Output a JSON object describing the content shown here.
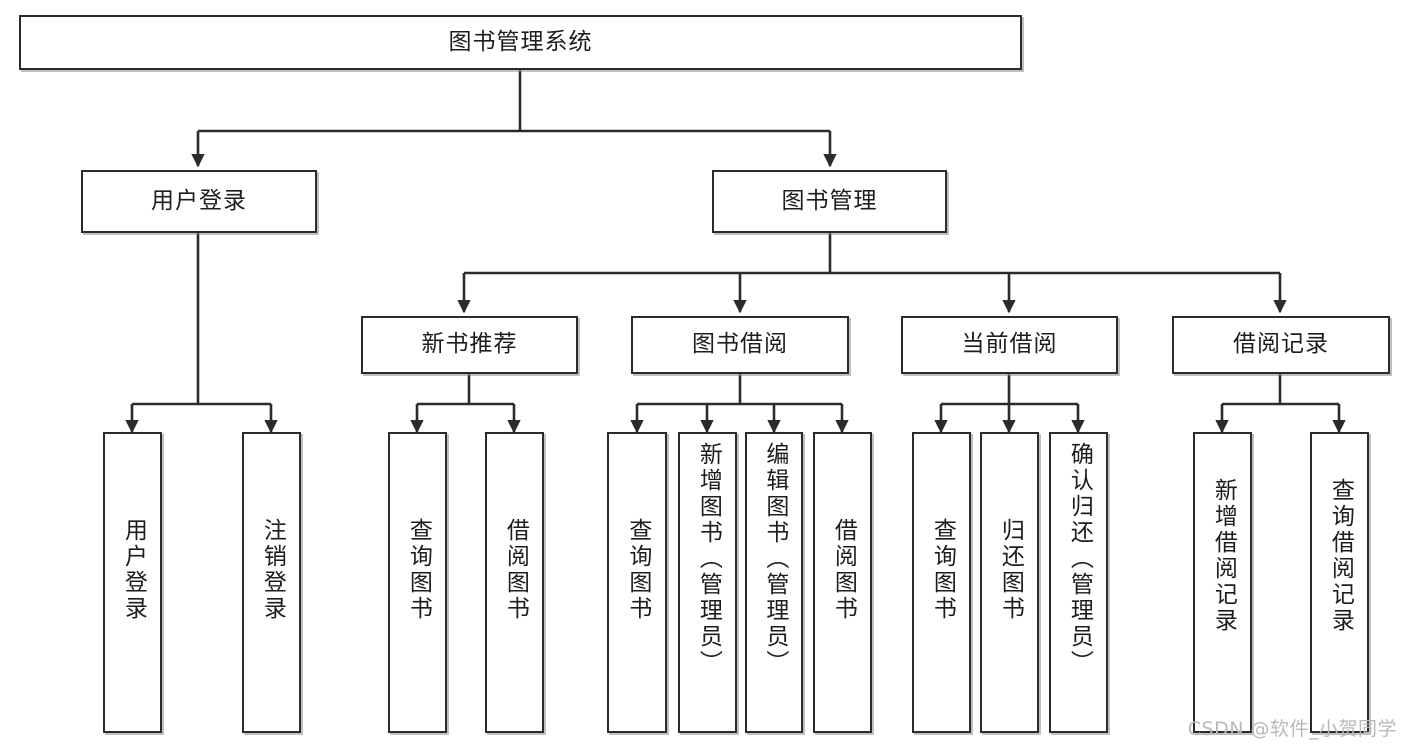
{
  "diagram": {
    "title": "图书管理系统",
    "type": "tree-hierarchy-chart",
    "watermark": "CSDN @软件_小贺同学",
    "colors": {
      "box_border": "#2b2b2b",
      "box_fill": "#ffffff",
      "connector": "#2b2b2b",
      "text": "#1d1d1d",
      "watermark": "#b9b9b9",
      "background": "#ffffff"
    },
    "levels": {
      "root": "图书管理系统",
      "level2": [
        "用户登录",
        "图书管理"
      ],
      "level3": [
        "新书推荐",
        "图书借阅",
        "当前借阅",
        "借阅记录"
      ]
    },
    "nodes": {
      "root": {
        "label": "图书管理系统"
      },
      "user_login": {
        "label": "用户登录"
      },
      "book_manage": {
        "label": "图书管理"
      },
      "new_book_rec": {
        "label": "新书推荐"
      },
      "book_borrow": {
        "label": "图书借阅"
      },
      "current_borrow": {
        "label": "当前借阅"
      },
      "borrow_record": {
        "label": "借阅记录"
      }
    },
    "leaves": {
      "user_login": [
        {
          "label": "用户登录"
        },
        {
          "label": "注销登录"
        }
      ],
      "new_book_rec": [
        {
          "label": "查询图书"
        },
        {
          "label": "借阅图书"
        }
      ],
      "book_borrow": [
        {
          "label": "查询图书"
        },
        {
          "label": "新增图书（管理员）"
        },
        {
          "label": "编辑图书（管理员）"
        },
        {
          "label": "借阅图书"
        }
      ],
      "current_borrow": [
        {
          "label": "查询图书"
        },
        {
          "label": "归还图书"
        },
        {
          "label": "确认归还（管理员）"
        }
      ],
      "borrow_record": [
        {
          "label": "新增借阅记录"
        },
        {
          "label": "查询借阅记录"
        }
      ]
    }
  }
}
